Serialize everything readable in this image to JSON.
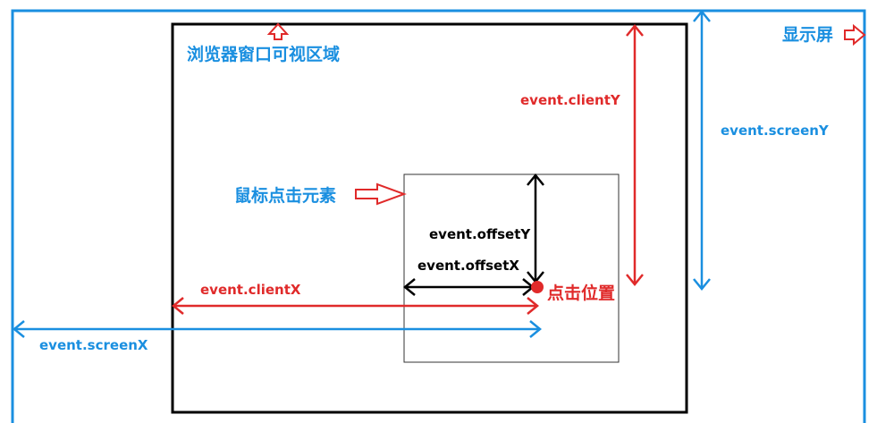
{
  "labels": {
    "screen": "显示屏",
    "viewport": "浏览器窗口可视区域",
    "element": "鼠标点击元素",
    "click_point": "点击位置",
    "client_y": "event.clientY",
    "screen_y": "event.screenY",
    "offset_y": "event.offsetY",
    "offset_x": "event.offsetX",
    "client_x": "event.clientX",
    "screen_x": "event.screenX"
  },
  "colors": {
    "screen": "#1a8fe0",
    "client": "#e02a2a",
    "offset": "#000000",
    "frame": "#000000",
    "element": "#333333"
  }
}
